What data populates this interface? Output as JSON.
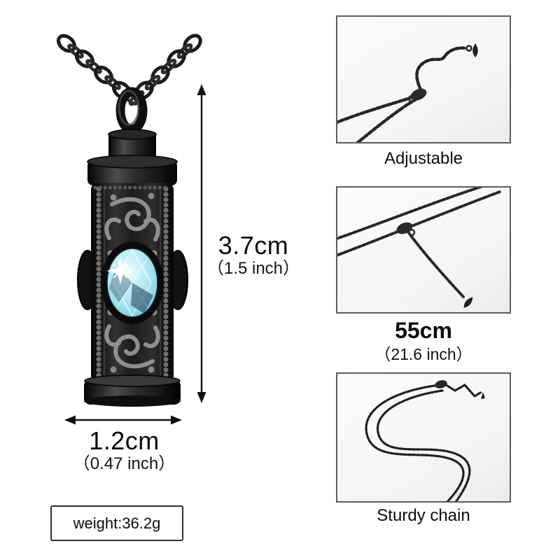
{
  "product": {
    "illustration": "black-cylinder-urn-pendant-with-aqua-gem-on-chain"
  },
  "colors": {
    "gem": "#a6dded",
    "metal": "#1a1a1a",
    "frame_border": "#5c5c5c",
    "arrow": "#111111",
    "scrollwork": "#8f8f8f"
  },
  "measurements": {
    "height": {
      "metric": "3.7cm",
      "imperial": "（1.5 inch）"
    },
    "width": {
      "metric": "1.2cm",
      "imperial": "（0.47 inch）"
    },
    "weight": "weight:36.2g"
  },
  "panels": [
    {
      "caption": "Adjustable",
      "image": "adjustable-extension-chain-with-lobster-clasp-and-teardrop"
    },
    {
      "caption": "55cm",
      "subcaption": "（21.6 inch）",
      "image": "double-strand-chain-with-hanging-extension"
    },
    {
      "caption": "Sturdy chain",
      "image": "s-curved-double-chain-with-extension"
    }
  ]
}
